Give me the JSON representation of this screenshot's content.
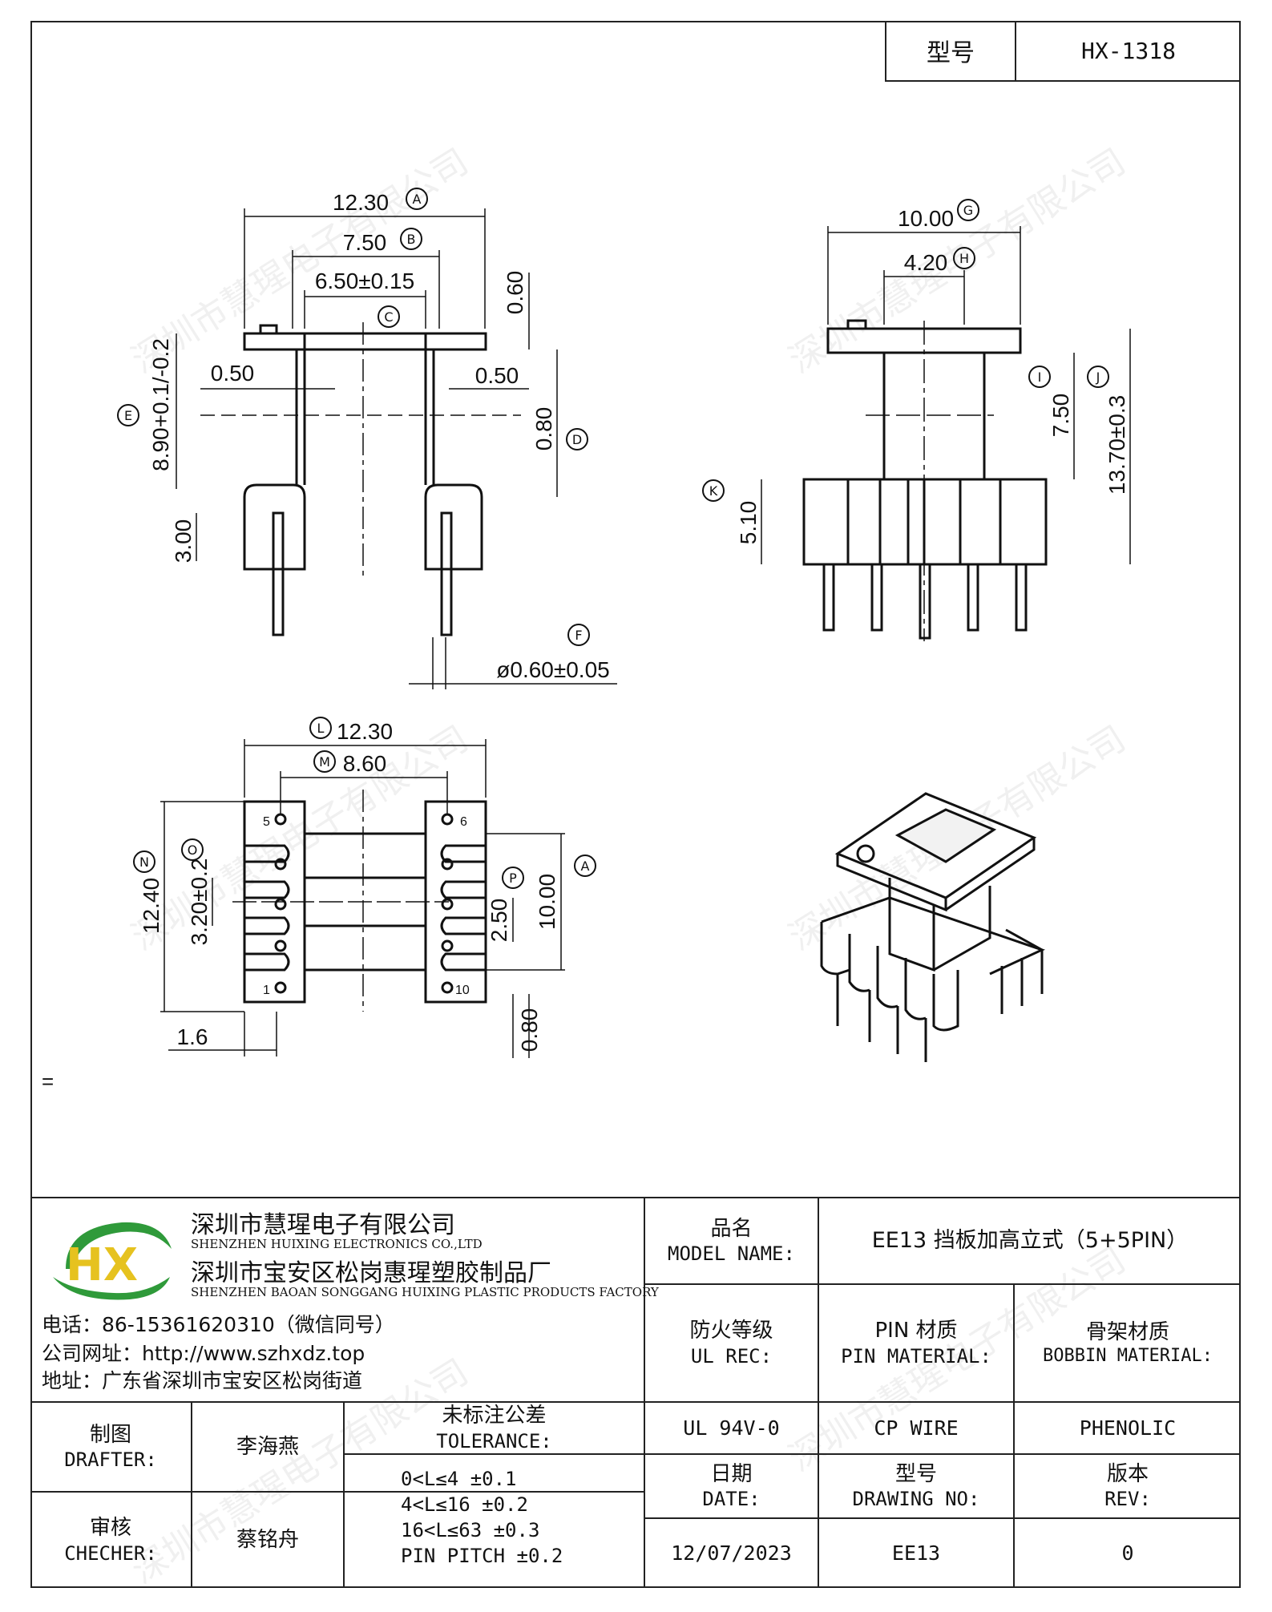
{
  "header": {
    "model_label": "型号",
    "model_value": "HX-1318"
  },
  "watermark": "深圳市慧瑆电子有限公司",
  "drawing": {
    "dims_front": {
      "w_total": "12.30",
      "w_mid": "7.50",
      "w_inner": "6.50±0.15",
      "t_top": "0.60",
      "gap_left": "0.50",
      "gap_right": "0.50",
      "t_flange": "0.80",
      "h_total": "8.90+0.1/-0.2",
      "pin_len": "3.00",
      "pin_dia": "ø0.60±0.05"
    },
    "dims_side": {
      "w_total": "10.00",
      "w_core": "4.20",
      "h_core": "7.50",
      "h_total": "13.70±0.3",
      "h_base": "5.10"
    },
    "dims_bottom": {
      "w_total": "12.30",
      "w_pins": "8.60",
      "h_total": "12.40",
      "h_window": "3.20±0.2",
      "pitch": "2.50",
      "h_inner": "10.00",
      "edge": "1.6",
      "slot": "0.80",
      "pin_5": "5",
      "pin_6": "6",
      "pin_1": "1",
      "pin_10": "10"
    },
    "callouts": [
      "A",
      "B",
      "C",
      "D",
      "E",
      "F",
      "G",
      "H",
      "I",
      "J",
      "K",
      "L",
      "M",
      "N",
      "O",
      "P"
    ],
    "stray_mark": "="
  },
  "company": {
    "name_cn": "深圳市慧瑆电子有限公司",
    "name_en": "SHENZHEN HUIXING ELECTRONICS CO.,LTD",
    "factory_cn": "深圳市宝安区松岗惠瑆塑胶制品厂",
    "factory_en": "SHENZHEN BAOAN SONGGANG HUIXING PLASTIC PRODUCTS FACTORY",
    "phone": "电话：86-15361620310（微信同号）",
    "website": "公司网址：http://www.szhxdz.top",
    "address": "地址：广东省深圳市宝安区松岗街道",
    "logo_text": "HX",
    "colors": {
      "green": "#2f9a3a",
      "yellow": "#e6c21f"
    }
  },
  "title_block": {
    "model_name_cn": "品名",
    "model_name_en": "MODEL NAME:",
    "model_name_value": "EE13 挡板加高立式（5+5PIN）",
    "ul_cn": "防火等级",
    "ul_en": "UL REC:",
    "pin_mat_cn": "PIN 材质",
    "pin_mat_en": "PIN MATERIAL:",
    "bobbin_mat_cn": "骨架材质",
    "bobbin_mat_en": "BOBBIN MATERIAL:",
    "ul_value": "UL 94V-0",
    "pin_mat_value": "CP WIRE",
    "bobbin_mat_value": "PHENOLIC",
    "drafter_cn": "制图",
    "drafter_en": "DRAFTER:",
    "drafter_name": "李海燕",
    "checker_cn": "审核",
    "checker_en": "CHECHER:",
    "checker_name": "蔡铭舟",
    "tolerance_cn": "未标注公差",
    "tolerance_en": "TOLERANCE:",
    "tolerances": [
      "0<L≤4  ±0.1",
      "4<L≤16 ±0.2",
      "16<L≤63 ±0.3",
      "PIN PITCH ±0.2"
    ],
    "date_cn": "日期",
    "date_en": "DATE:",
    "date_value": "12/07/2023",
    "drawing_no_cn": "型号",
    "drawing_no_en": "DRAWING NO:",
    "drawing_no_value": "EE13",
    "rev_cn": "版本",
    "rev_en": "REV:",
    "rev_value": "0"
  }
}
